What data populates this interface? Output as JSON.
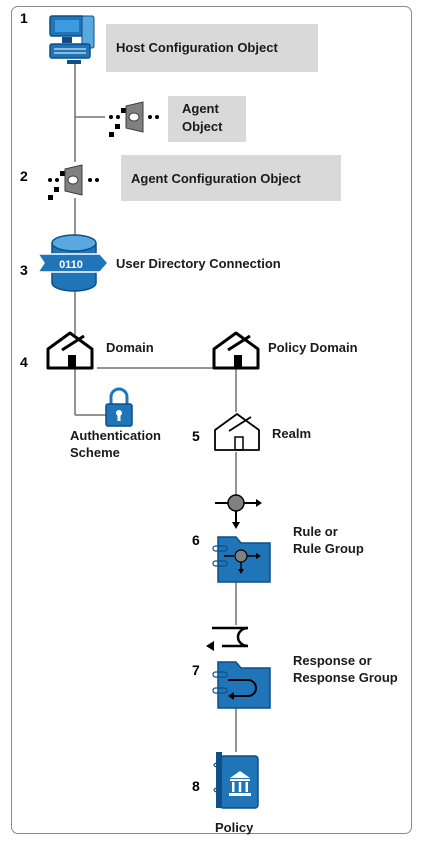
{
  "steps": {
    "s1": "1",
    "s2": "2",
    "s3": "3",
    "s4": "4",
    "s5": "5",
    "s6": "6",
    "s7": "7",
    "s8": "8"
  },
  "labels": {
    "host_config": "Host Configuration Object",
    "agent_object_1": "Agent",
    "agent_object_2": "Object",
    "agent_config": "Agent Configuration Object",
    "user_dir": "User Directory Connection",
    "domain": "Domain",
    "policy_domain": "Policy Domain",
    "auth_1": "Authentication",
    "auth_2": "Scheme",
    "realm": "Realm",
    "rule_1": "Rule or",
    "rule_2": "Rule Group",
    "response_1": "Response or",
    "response_2": "Response Group",
    "policy": "Policy"
  },
  "database_icon_text": "0110",
  "colors": {
    "accent_blue": "#1f75b8",
    "dark_blue": "#0d4f86",
    "label_box": "#d9d9d9",
    "line": "#707070"
  }
}
